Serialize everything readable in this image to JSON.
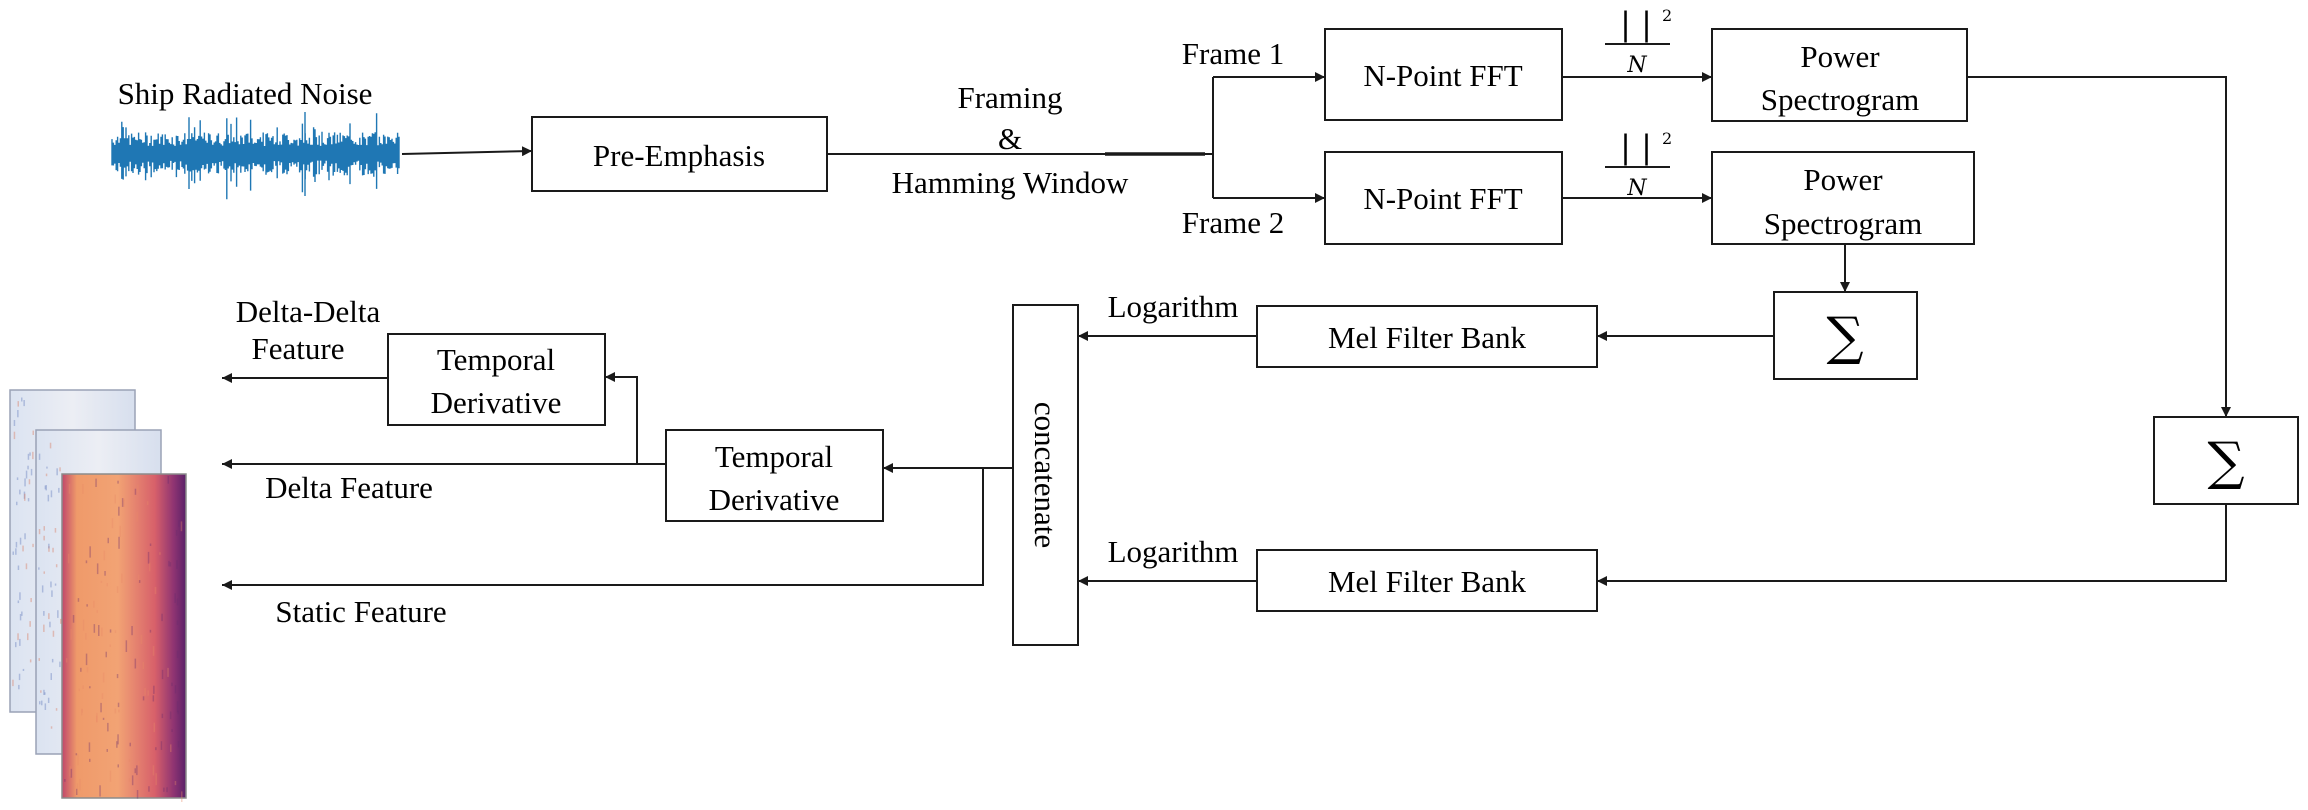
{
  "input": {
    "label": "Ship Radiated Noise",
    "waveform_color": "#1f77b4"
  },
  "framing": {
    "line1": "Framing",
    "line2": "&",
    "line3": "Hamming Window"
  },
  "frames": {
    "frame1": "Frame 1",
    "frame2": "Frame 2"
  },
  "blocks": {
    "pre_emphasis": "Pre-Emphasis",
    "fft1": "N-Point FFT",
    "fft2": "N-Point FFT",
    "power1_l1": "Power",
    "power1_l2": "Spectrogram",
    "power2_l1": "Power",
    "power2_l2": "Spectrogram",
    "sum1": "∑",
    "sum2": "∑",
    "mel1": "Mel Filter Bank",
    "mel2": "Mel Filter Bank",
    "concat": "concatenate",
    "td1_l1": "Temporal",
    "td1_l2": "Derivative",
    "td2_l1": "Temporal",
    "td2_l2": "Derivative"
  },
  "magnitude": {
    "bars": "|   |",
    "exp": "2",
    "den": "N"
  },
  "edge_labels": {
    "log1": "Logarithm",
    "log2": "Logarithm"
  },
  "outputs": {
    "delta_delta_l1": "Delta-Delta",
    "delta_delta_l2": "Feature",
    "delta": "Delta Feature",
    "static": "Static Feature"
  },
  "feature_colors": {
    "light": "#e4e8f2",
    "warm": "#e88a66",
    "dark": "#6b2a6e"
  }
}
